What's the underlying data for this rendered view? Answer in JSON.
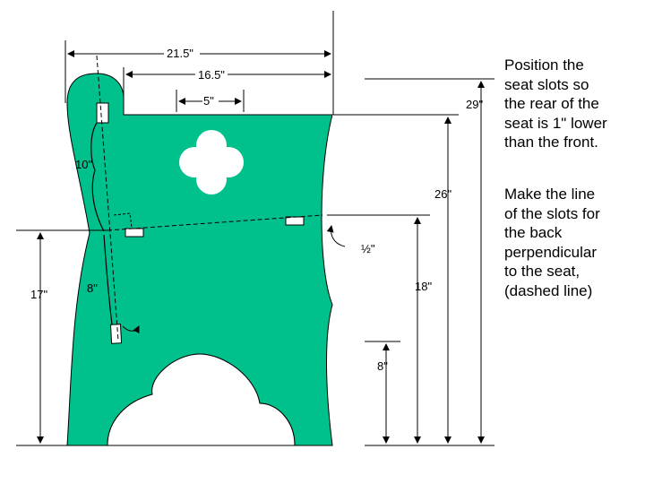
{
  "colors": {
    "panel": "#00c08b",
    "line": "#000000",
    "background": "#ffffff"
  },
  "dimensions": {
    "width_total": "21.5\"",
    "width_top": "16.5\"",
    "cutout_offset": "5\"",
    "height_29": "29\"",
    "height_26": "26\"",
    "height_18": "18\"",
    "height_17": "17\"",
    "height_8_right": "8\"",
    "half_inch": "½\"",
    "slot_10": "10\"",
    "slot_8": "8\""
  },
  "notes": {
    "note1": "Position the\nseat slots so\nthe rear of the\nseat is 1\" lower\nthan the front.",
    "note2": "Make the line\nof the slots for\nthe back\nperpendicular\nto the seat,\n(dashed line)"
  }
}
